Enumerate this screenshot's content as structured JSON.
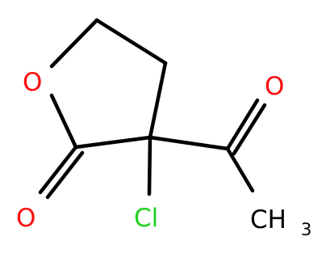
{
  "molecule": {
    "atom_labels": {
      "ring_oxygen": "O",
      "carbonyl_oxygen": "O",
      "acetyl_oxygen": "O",
      "chlorine": "Cl",
      "methyl_main": "CH",
      "methyl_subscript": "3"
    },
    "colors": {
      "oxygen": "#ff0d0d",
      "chlorine": "#1fd01f",
      "carbon": "#000000",
      "bond": "#000000"
    }
  }
}
